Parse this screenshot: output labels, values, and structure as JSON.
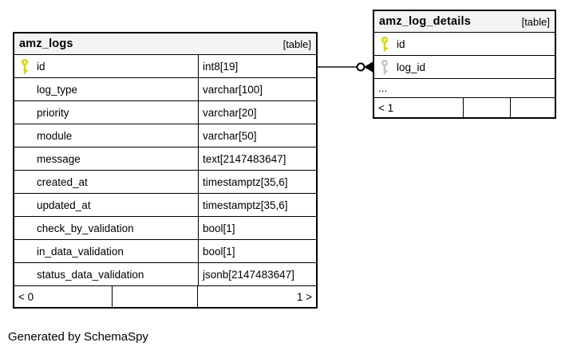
{
  "diagram": {
    "generator_note": "Generated by SchemaSpy"
  },
  "colors": {
    "primary_key": "#d6d600",
    "foreign_key": "#c4c4c4",
    "header_bg": "#f3f3f3",
    "border": "#000000",
    "relationship_line": "#4d4d4d"
  },
  "tables": [
    {
      "id": "amz_logs",
      "name": "amz_logs",
      "badge": "[table]",
      "has_type_column": true,
      "columns": [
        {
          "name": "id",
          "type": "int8[19]",
          "key": "primary"
        },
        {
          "name": "log_type",
          "type": "varchar[100]",
          "key": "none"
        },
        {
          "name": "priority",
          "type": "varchar[20]",
          "key": "none"
        },
        {
          "name": "module",
          "type": "varchar[50]",
          "key": "none"
        },
        {
          "name": "message",
          "type": "text[2147483647]",
          "key": "none"
        },
        {
          "name": "created_at",
          "type": "timestamptz[35,6]",
          "key": "none"
        },
        {
          "name": "updated_at",
          "type": "timestamptz[35,6]",
          "key": "none"
        },
        {
          "name": "check_by_validation",
          "type": "bool[1]",
          "key": "none"
        },
        {
          "name": "in_data_validation",
          "type": "bool[1]",
          "key": "none"
        },
        {
          "name": "status_data_validation",
          "type": "jsonb[2147483647]",
          "key": "none"
        }
      ],
      "footer": {
        "left": "< 0",
        "middle": "",
        "right": "1 >"
      }
    },
    {
      "id": "amz_log_details",
      "name": "amz_log_details",
      "badge": "[table]",
      "has_type_column": false,
      "columns": [
        {
          "name": "id",
          "key": "primary"
        },
        {
          "name": "log_id",
          "key": "foreign"
        },
        {
          "name": "...",
          "key": "ellipsis"
        }
      ],
      "footer": {
        "left": "< 1",
        "middle": "",
        "right": ""
      }
    }
  ],
  "relationship": {
    "from": "amz_logs.id",
    "to": "amz_log_details.log_id",
    "end_marker": "circle-crowsfoot"
  }
}
